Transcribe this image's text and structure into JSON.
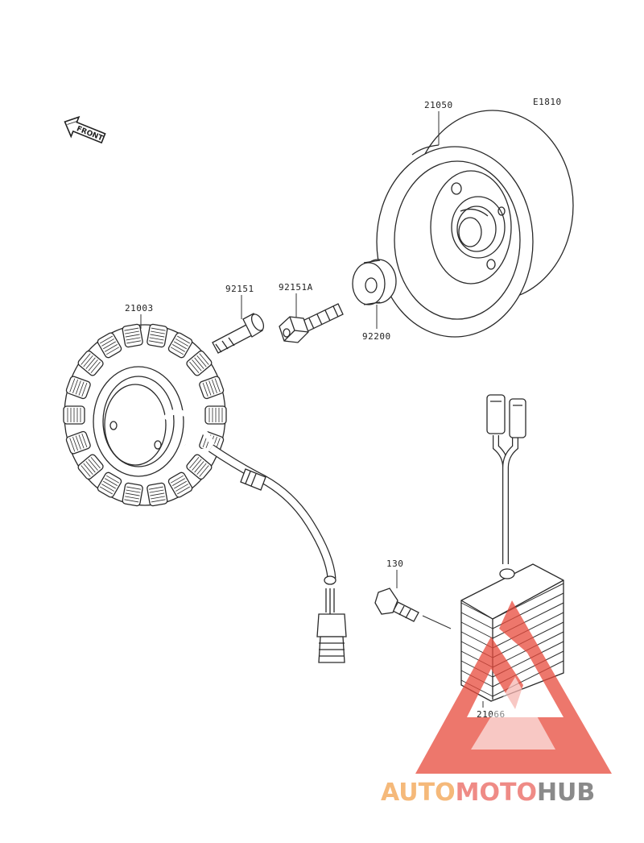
{
  "diagram_code": "E1810",
  "front_label": "FRONT",
  "parts": {
    "flywheel": "21050",
    "stator": "21003",
    "bolt_stator": "92151",
    "bolt_flywheel": "92151A",
    "washer": "92200",
    "bolt_regulator": "130",
    "regulator": "21066"
  },
  "watermark": {
    "part1": "AUTO",
    "part2": "MOTO",
    "part3": "HUB",
    "color1": "#f5b97a",
    "color2": "#ef8b86",
    "color3": "#8a8a8a",
    "logo_color": "#e84a3c"
  }
}
